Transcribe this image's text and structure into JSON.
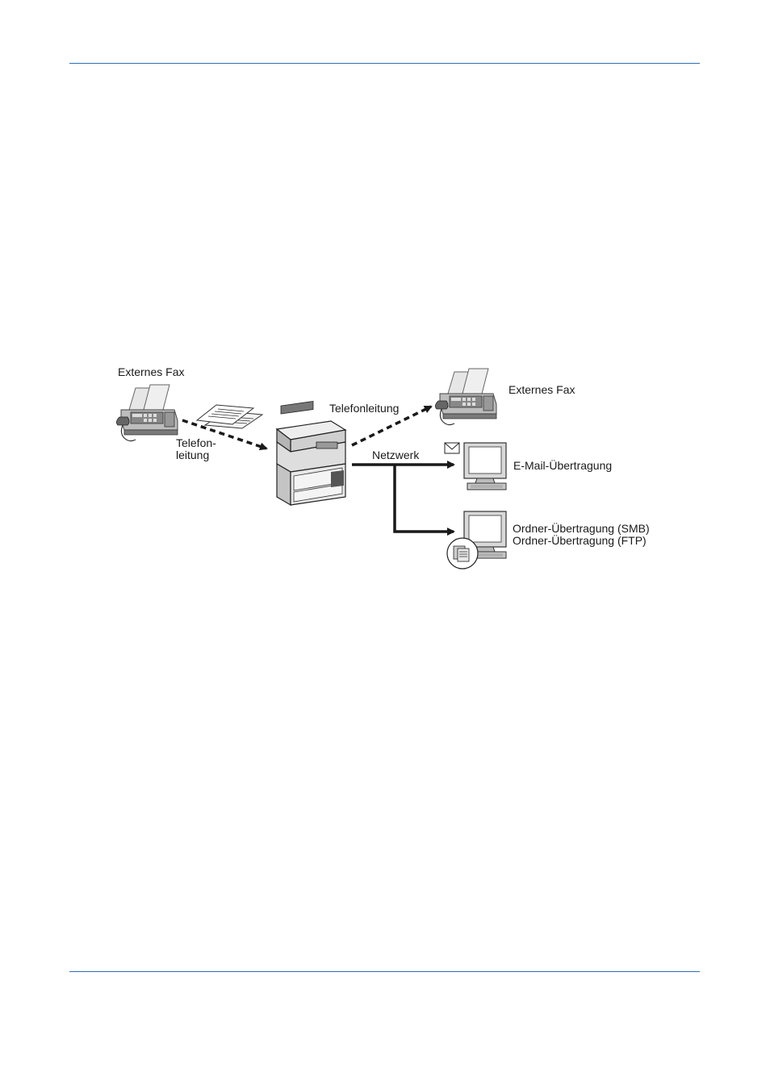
{
  "diagram": {
    "source_fax_label": "Externes Fax",
    "phone_line_label_line1": "Telefon-",
    "phone_line_label_line2": "leitung",
    "phone_line_out_label": "Telefonleitung",
    "dest_fax_label": "Externes Fax",
    "network_label": "Netzwerk",
    "email_label": "E-Mail-Übertragung",
    "smb_label": "Ordner-Übertragung (SMB)",
    "ftp_label": "Ordner-Übertragung (FTP)"
  },
  "colors": {
    "rule": "#2e6db4",
    "line": "#1a1a1a",
    "device_fill": "#d9d9d9",
    "device_dark": "#555555"
  },
  "icons": [
    "fax-machine-icon",
    "documents-icon",
    "mfp-printer-icon",
    "computer-icon",
    "envelope-icon",
    "folder-icon"
  ]
}
